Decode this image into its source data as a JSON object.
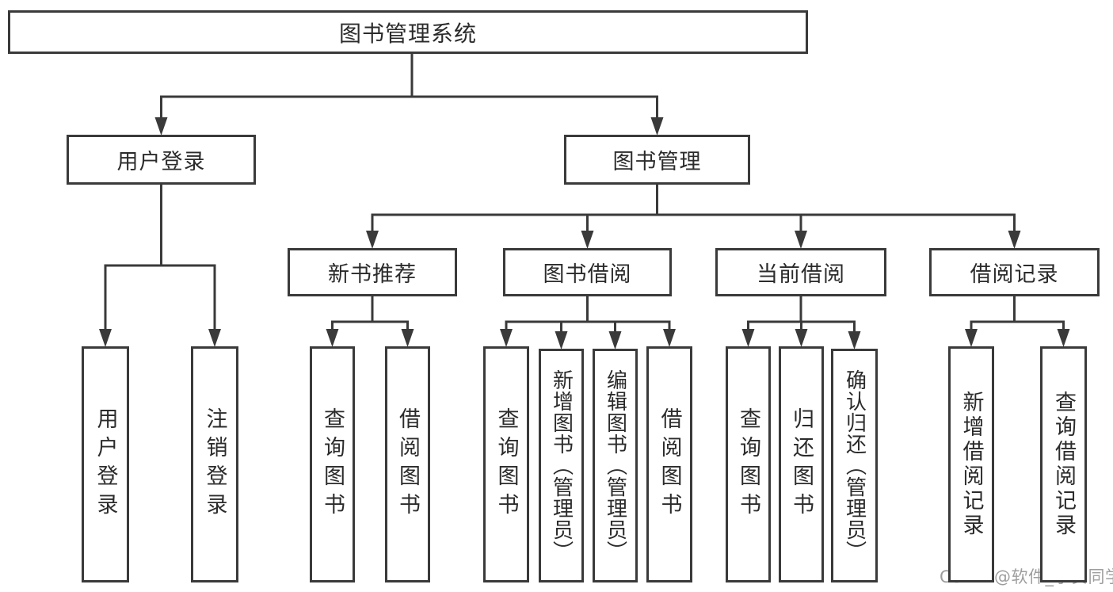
{
  "diagram_title": "图书管理系统",
  "nodes": {
    "system": {
      "label": "图书管理系统"
    },
    "user_login": {
      "label": "用户登录"
    },
    "book_mgmt": {
      "label": "图书管理"
    },
    "new_book_rec": {
      "label": "新书推荐"
    },
    "book_borrow": {
      "label": "图书借阅"
    },
    "current_borrow": {
      "label": "当前借阅"
    },
    "borrow_record": {
      "label": "借阅记录"
    },
    "leaf_user_login": {
      "label": "用户登录"
    },
    "leaf_logout": {
      "label": "注销登录"
    },
    "rec_query": {
      "label": "查询图书"
    },
    "rec_borrow": {
      "label": "借阅图书"
    },
    "bb_query": {
      "label": "查询图书"
    },
    "bb_add": {
      "label": "新增图书（管理员）"
    },
    "bb_edit": {
      "label": "编辑图书（管理员）"
    },
    "bb_borrow": {
      "label": "借阅图书"
    },
    "cb_query": {
      "label": "查询图书"
    },
    "cb_return": {
      "label": "归还图书"
    },
    "cb_confirm": {
      "label": "确认归还（管理员）"
    },
    "br_add": {
      "label": "新增借阅记录"
    },
    "br_query": {
      "label": "查询借阅记录"
    }
  },
  "edges": [
    {
      "from": "system",
      "to": [
        "user_login",
        "book_mgmt"
      ]
    },
    {
      "from": "user_login",
      "to": [
        "leaf_user_login",
        "leaf_logout"
      ]
    },
    {
      "from": "book_mgmt",
      "to": [
        "new_book_rec",
        "book_borrow",
        "current_borrow",
        "borrow_record"
      ]
    },
    {
      "from": "new_book_rec",
      "to": [
        "rec_query",
        "rec_borrow"
      ]
    },
    {
      "from": "book_borrow",
      "to": [
        "bb_query",
        "bb_add",
        "bb_edit",
        "bb_borrow"
      ]
    },
    {
      "from": "current_borrow",
      "to": [
        "cb_query",
        "cb_return",
        "cb_confirm"
      ]
    },
    {
      "from": "borrow_record",
      "to": [
        "br_add",
        "br_query"
      ]
    }
  ],
  "watermark": {
    "text": "CSDN @软件_小贺同学"
  },
  "colors": {
    "line": "#3a3a3a",
    "text": "#2b2b2b",
    "watermark": "#9e9e9e",
    "background": "#ffffff"
  }
}
